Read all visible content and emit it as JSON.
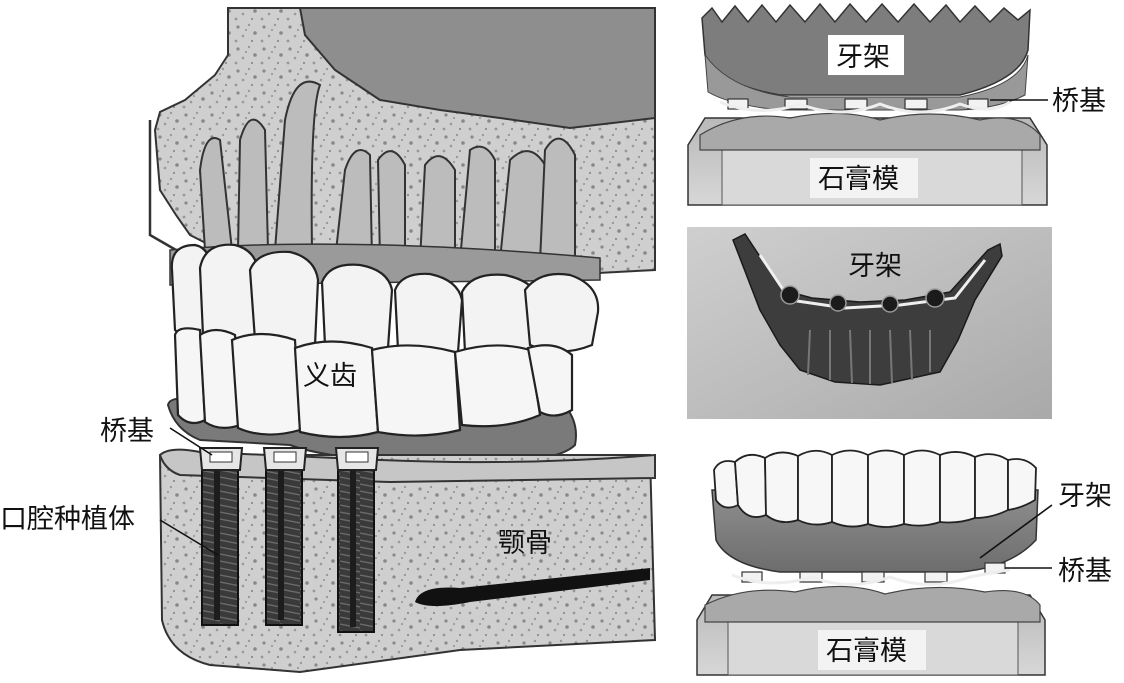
{
  "figure": {
    "left_panel": {
      "labels": {
        "denture": "义齿",
        "abutment": "桥基",
        "implant": "口腔种植体",
        "jawbone": "颚骨"
      }
    },
    "top_right_panel": {
      "labels": {
        "framework": "牙架",
        "abutment": "桥基",
        "plaster_model": "石膏模"
      }
    },
    "middle_right_panel": {
      "labels": {
        "framework": "牙架"
      }
    },
    "bottom_right_panel": {
      "labels": {
        "framework": "牙架",
        "abutment": "桥基",
        "plaster_model": "石膏模"
      }
    }
  }
}
